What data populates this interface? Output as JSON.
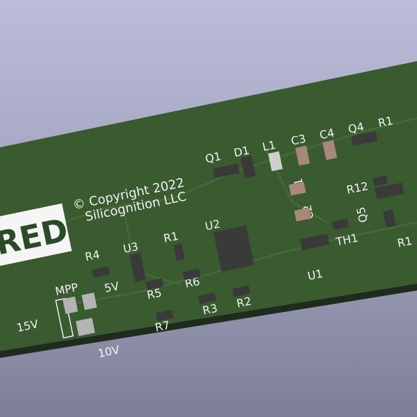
{
  "board": {
    "logo_text": "RED",
    "copyright_line1": "© Copyright 2022",
    "copyright_line2": "Silicognition LLC",
    "colors": {
      "soldermask": "#3a5a30",
      "silkscreen": "#f2f2f2",
      "background_top": "#bcbdd8",
      "background_bottom": "#7e7f96"
    }
  },
  "references": {
    "q1": "Q1",
    "d1": "D1",
    "l1": "L1",
    "c3": "C3",
    "c4": "C4",
    "q4": "Q4",
    "r1_right_top": "R1",
    "r12": "R12",
    "q5": "Q5",
    "c1": "C1",
    "c2": "C2",
    "u2": "U2",
    "r1": "R1",
    "u3": "U3",
    "r4": "R4",
    "r5": "R5",
    "r6": "R6",
    "r3": "R3",
    "r2": "R2",
    "r7": "R7",
    "th1": "TH1",
    "u1": "U1",
    "r1_right_bottom": "R1"
  },
  "selector": {
    "title": "MPP",
    "opt_15v": "15V",
    "opt_5v": "5V",
    "opt_10v": "10V"
  }
}
